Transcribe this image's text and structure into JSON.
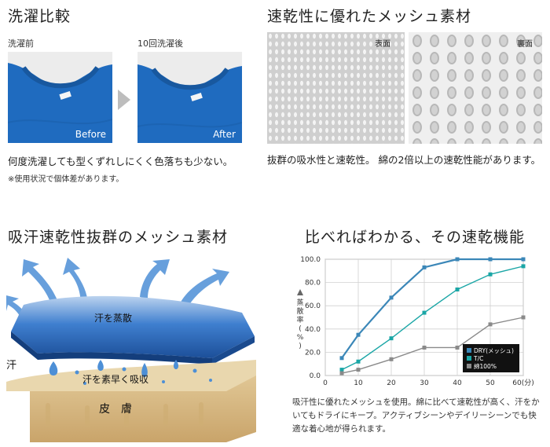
{
  "wash": {
    "title": "洗濯比較",
    "before_caption": "洗濯前",
    "after_caption": "10回洗濯後",
    "before_label": "Before",
    "after_label": "After",
    "description": "何度洗濯しても型くずれしにくく色落ちも少ない。",
    "note": "※使用状況で個体差があります。",
    "shirt_color": "#1f6bbf"
  },
  "mesh": {
    "title": "速乾性に優れたメッシュ素材",
    "front_label": "表面",
    "back_label": "裏面",
    "description": "抜群の吸水性と速乾性。 綿の2倍以上の速乾性能があります。"
  },
  "diagram": {
    "title": "吸汗速乾性抜群のメッシュ素材",
    "label_disperse": "汗を蒸散",
    "label_sweat": "汗",
    "label_absorb": "汗を素早く吸収",
    "label_skin": "皮　膚",
    "fabric_color": "#2f6fc4",
    "skin_color": "#d6b783"
  },
  "chart": {
    "title": "比べればわかる、その速乾機能",
    "description": "吸汗性に優れたメッシュを使用。綿に比べて速乾性が高く、汗をかいてもドライにキープ。アクティブシーンやデイリーシーンでも快適な着心地が得られます。"
  },
  "chart_data": {
    "type": "line",
    "x": [
      5,
      10,
      20,
      30,
      40,
      50,
      60
    ],
    "xticks": [
      "0",
      "10",
      "20",
      "30",
      "40",
      "50",
      "60(分)"
    ],
    "yticks": [
      "0.0",
      "20.0",
      "40.0",
      "60.0",
      "80.0",
      "100.0"
    ],
    "ylabel": "蒸散率(%)",
    "xlim": [
      0,
      60
    ],
    "ylim": [
      0,
      100
    ],
    "grid": true,
    "legend_position": "bottom-right",
    "series": [
      {
        "name": "DRY(メッシュ)",
        "color": "#3b87b8",
        "values": [
          15,
          35,
          67,
          93,
          100,
          100,
          100
        ]
      },
      {
        "name": "T/C",
        "color": "#1aa6a6",
        "values": [
          5,
          12,
          32,
          54,
          74,
          87,
          94
        ]
      },
      {
        "name": "綿100%",
        "color": "#8a8a8a",
        "values": [
          2,
          5,
          14,
          24,
          24,
          44,
          50
        ]
      }
    ]
  }
}
